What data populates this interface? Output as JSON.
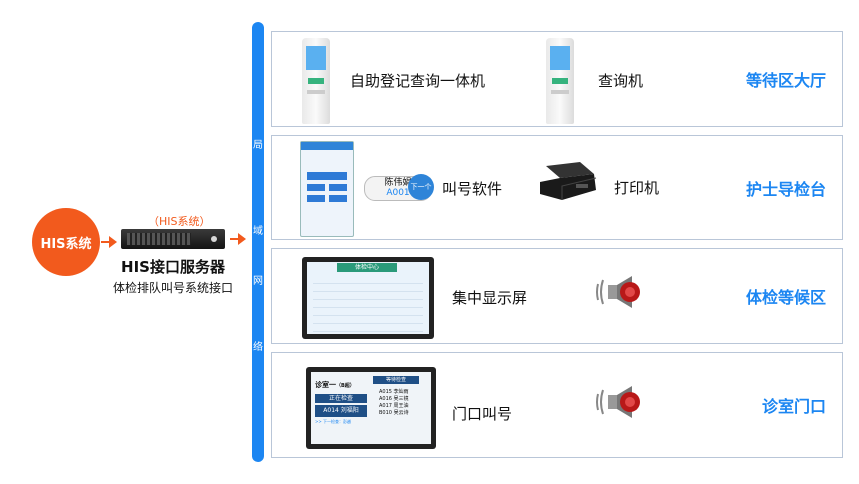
{
  "his": {
    "system_label": "HIS系统"
  },
  "server": {
    "tag": "（HIS系统）",
    "title": "HIS接口服务器",
    "subtitle": "体检排队叫号系统接口"
  },
  "network": {
    "chars": [
      "局",
      "域",
      "网",
      "络"
    ]
  },
  "zones": [
    {
      "label": "等待区大厅",
      "devices": [
        "自助登记查询一体机",
        "查询机"
      ]
    },
    {
      "label": "护士导检台",
      "devices": [
        "叫号软件",
        "打印机"
      ]
    },
    {
      "label": "体检等候区",
      "devices": [
        "集中显示屏"
      ]
    },
    {
      "label": "诊室门口",
      "devices": [
        "门口叫号"
      ]
    }
  ],
  "call_software": {
    "name": "陈伟娟",
    "number": "A001",
    "next_label": "下一个"
  },
  "central_screen": {
    "title": "体检中心"
  },
  "door_screen": {
    "room": "诊室一",
    "room_floor": "（B超）",
    "checking_label": "正在检查",
    "current": "A014 刘福阳",
    "next": ">> 下一检查：彭越",
    "waiting_label": "等待检查",
    "waiting": [
      "A015 李灿雨",
      "A016 吴三镜",
      "A017 周王油",
      "B010 吴云诗"
    ]
  },
  "colors": {
    "accent": "#1c86f2",
    "his": "#f25a1d"
  }
}
